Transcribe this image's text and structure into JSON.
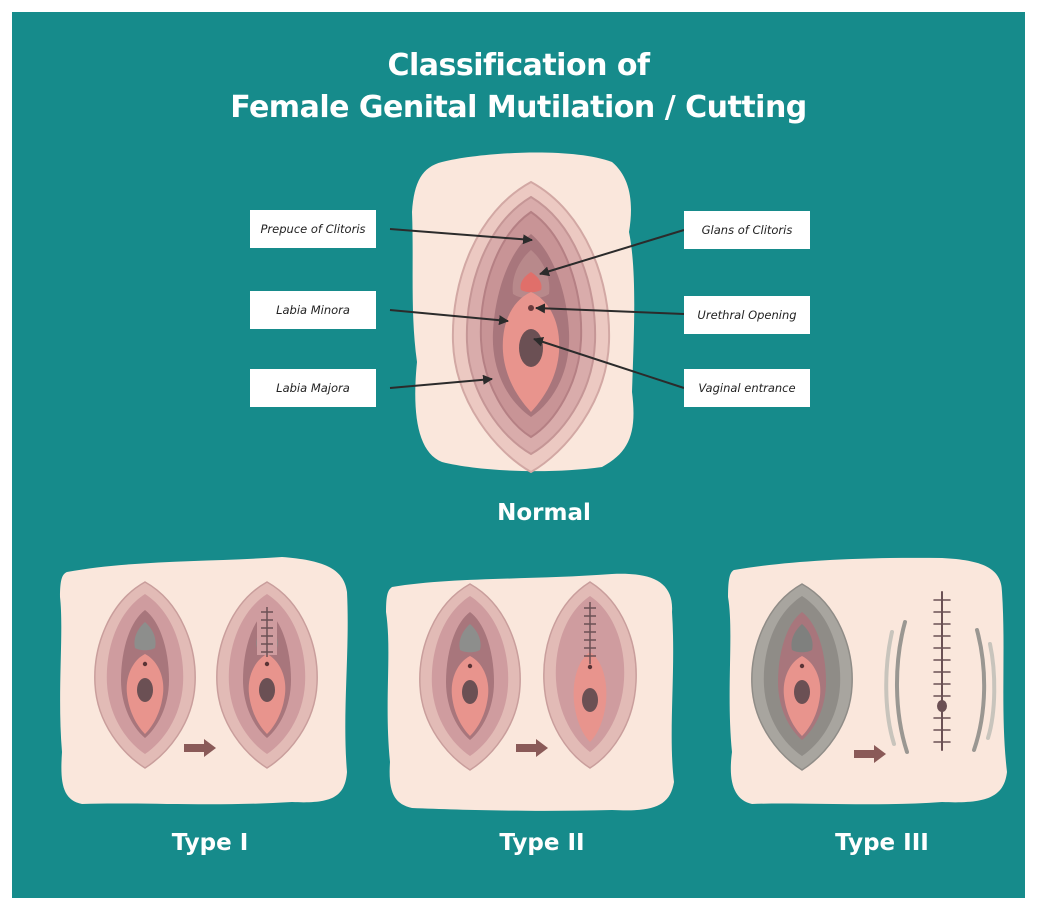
{
  "title": {
    "line1": "Classification of",
    "line2": "Female Genital Mutilation / Cutting"
  },
  "labels": {
    "prepuce_of_clitoris": "Prepuce of Clitoris",
    "labia_minora": "Labia Minora",
    "labia_majora": "Labia Majora",
    "glans_of_clitoris": "Glans of Clitoris",
    "urethral_opening": "Urethral Opening",
    "vaginal_entrance": "Vaginal entrance"
  },
  "captions": {
    "normal": "Normal",
    "type_1": "Type  I",
    "type_2": "Type  II",
    "type_3": "Type  III"
  },
  "colors": {
    "background": "#168b8b",
    "paper": "#fae7dc",
    "outer_tissue": "#e8c6c0",
    "labia_majora": "#d4a3a3",
    "labia_minora": "#b07a80",
    "inner": "#e98f8a",
    "gray_tissue": "#9c9a95",
    "opening": "#6b5054",
    "arrow": "#8a5a58"
  }
}
